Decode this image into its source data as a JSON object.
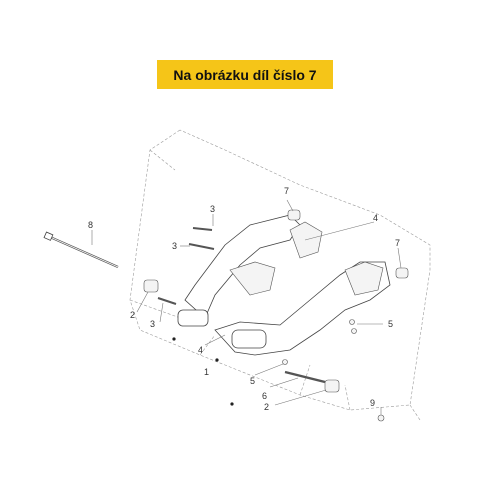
{
  "banner": {
    "text": "Na obrázku díl číslo 7",
    "color": "#f5c518"
  },
  "callouts": {
    "c1": "1",
    "c2a": "2",
    "c2b": "2",
    "c3a": "3",
    "c3b": "3",
    "c3c": "3",
    "c4a": "4",
    "c4b": "4",
    "c5a": "5",
    "c5b": "5",
    "c6": "6",
    "c7a": "7",
    "c7b": "7",
    "c8": "8",
    "c9": "9"
  }
}
